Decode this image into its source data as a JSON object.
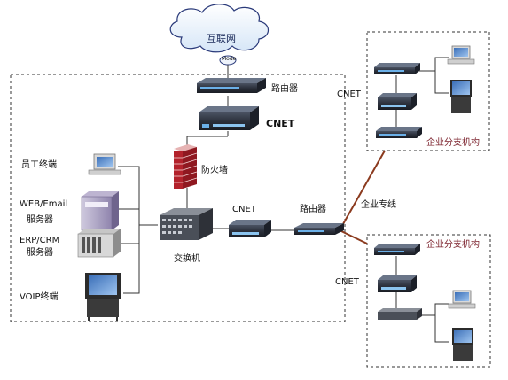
{
  "diagram": {
    "cloud": {
      "label": "互联网",
      "modem": "Mode"
    },
    "hq": {
      "router_top": "路由器",
      "cnet_top": "CNET",
      "firewall": "防火墙",
      "switch": "交换机",
      "cnet_mid": "CNET",
      "router_mid": "路由器",
      "staff_terminal": "员工终端",
      "web_server_line1": "WEB/Email",
      "web_server_line2": "服务器",
      "erp_server_line1": "ERP/CRM",
      "erp_server_line2": "服务器",
      "voip_terminal": "VOIP终端"
    },
    "branch_top": {
      "cnet": "CNET",
      "name": "企业分支机构"
    },
    "branch_bottom": {
      "cnet": "CNET",
      "name": "企业分支机构"
    },
    "dedicated_line": "企业专线"
  }
}
